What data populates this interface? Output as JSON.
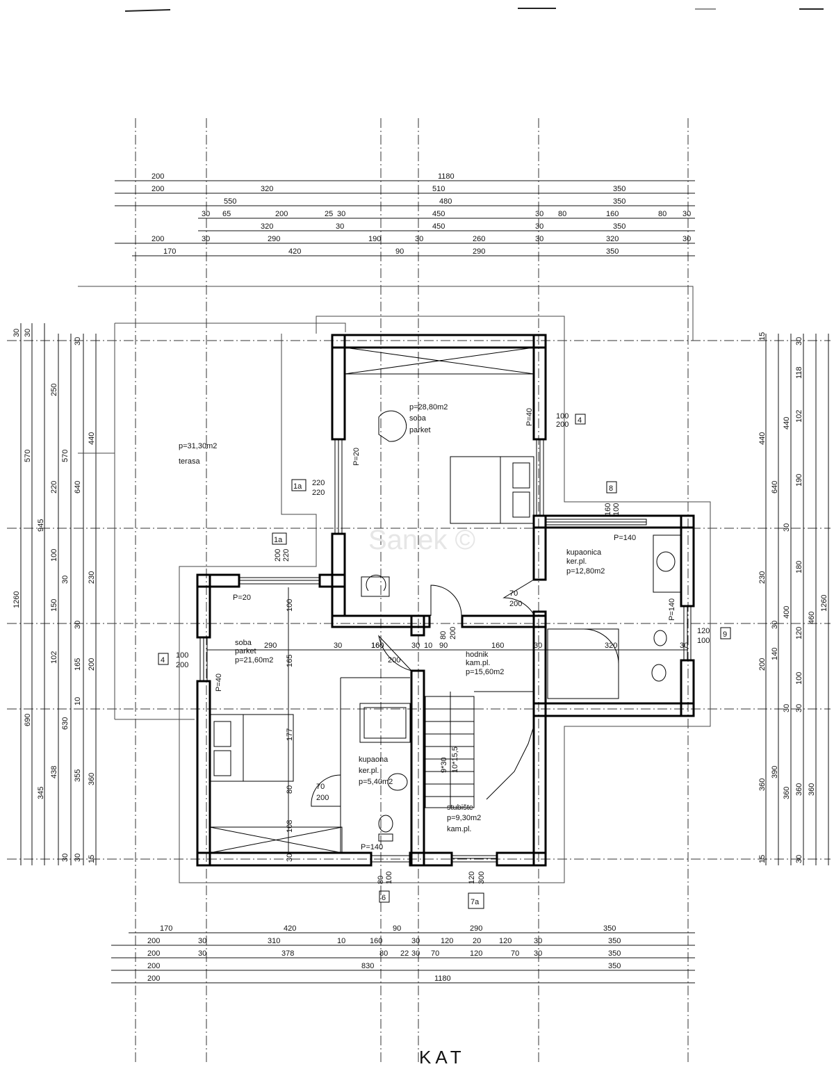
{
  "title": "KAT",
  "watermark": "Sanek ©",
  "rooms": {
    "terasa": {
      "area": "p=31,30m2",
      "name": "terasa"
    },
    "soba_top": {
      "area": "p=28,80m2",
      "name": "soba",
      "floor": "parket"
    },
    "kupaonica_right": {
      "name": "kupaonica",
      "floor": "ker.pl.",
      "area": "p=12,80m2"
    },
    "soba_left": {
      "name": "soba",
      "floor": "parket",
      "area": "p=21,60m2"
    },
    "hodnik": {
      "name": "hodnik",
      "floor": "kam.pl.",
      "area": "p=15,60m2"
    },
    "kupaona_small": {
      "name": "kupaona",
      "floor": "ker.pl.",
      "area": "p=5,40m2"
    },
    "stubiste": {
      "name": "stubište",
      "area": "p=9,30m2",
      "floor": "kam.pl."
    }
  },
  "markers": [
    "4",
    "1a",
    "1a",
    "8",
    "4",
    "9",
    "6",
    "7a"
  ],
  "top_dims": [
    [
      "200",
      "1180"
    ],
    [
      "200",
      "320",
      "510",
      "350"
    ],
    [
      "550",
      "480",
      "350"
    ],
    [
      "30",
      "65",
      "200",
      "25",
      "30",
      "450",
      "30",
      "80",
      "160",
      "80",
      "30"
    ],
    [
      "320",
      "30",
      "450",
      "30",
      "350"
    ],
    [
      "200",
      "30",
      "290",
      "190",
      "30",
      "260",
      "30",
      "320",
      "30"
    ],
    [
      "170",
      "420",
      "90",
      "290",
      "350"
    ]
  ],
  "bottom_dims": [
    [
      "170",
      "420",
      "90",
      "290",
      "350"
    ],
    [
      "200",
      "30",
      "310",
      "10",
      "160",
      "30",
      "120",
      "20",
      "120",
      "30",
      "350"
    ],
    [
      "200",
      "30",
      "378",
      "80",
      "22",
      "30",
      "70",
      "120",
      "70",
      "30",
      "350"
    ],
    [
      "200",
      "830",
      "350"
    ],
    [
      "200",
      "1180"
    ]
  ],
  "left_dims": [
    [
      "30",
      "30",
      "945",
      "1260",
      "690",
      "345",
      "30"
    ],
    [
      "250",
      "570",
      "220",
      "100",
      "30",
      "150",
      "102",
      "438",
      "30"
    ],
    [
      "440",
      "570",
      "640",
      "230",
      "30",
      "165",
      "10",
      "630",
      "355",
      "30",
      "15"
    ],
    [
      "200",
      "360"
    ]
  ],
  "right_dims": [
    [
      "15",
      "30",
      "118",
      "102",
      "440",
      "190",
      "30",
      "180",
      "400",
      "120",
      "140",
      "100",
      "30",
      "360",
      "30"
    ],
    [
      "440",
      "640",
      "230",
      "30",
      "200",
      "30",
      "360",
      "15"
    ],
    [
      "1260",
      "460",
      "390",
      "360",
      "360"
    ]
  ],
  "openings": {
    "p_top": "P=20",
    "p_left": "P=20",
    "p_left2": "P=40",
    "p_right_window": "P=40",
    "p_kup": "P=140",
    "p_kup_side": "P=140",
    "p_bottom": "P=140",
    "w1": [
      "100",
      "200"
    ],
    "w4": [
      "100",
      "200"
    ],
    "w1a": [
      "220",
      "220"
    ],
    "w1a_b": [
      "200",
      "220"
    ],
    "w8": [
      "160",
      "100"
    ],
    "w9": [
      "120",
      "100"
    ],
    "w6": [
      "80",
      "100"
    ],
    "w7a": [
      "120",
      "300"
    ],
    "d1": [
      "70",
      "200"
    ],
    "d2": [
      "80",
      "200"
    ],
    "d3": [
      "160",
      "200"
    ],
    "d4": [
      "70",
      "200"
    ]
  },
  "inner_dims": [
    "290",
    "30",
    "160",
    "30",
    "10",
    "90",
    "160",
    "30",
    "320",
    "30",
    "100",
    "165",
    "177",
    "80",
    "108",
    "30",
    "9*30",
    "10*15,5"
  ]
}
